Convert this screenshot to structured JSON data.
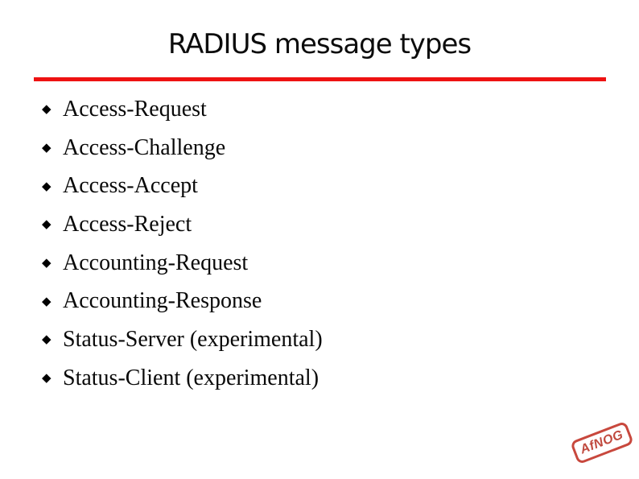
{
  "slide": {
    "title": "RADIUS message types",
    "rule_color": "#ee1212",
    "background_color": "#ffffff",
    "title_color": "#0c0c0c"
  },
  "list": {
    "bullet": "◆",
    "bullet_color": "#000000",
    "items": [
      "Access-Request",
      "Access-Challenge",
      "Access-Accept",
      "Access-Reject",
      "Accounting-Request",
      "Accounting-Response",
      "Status-Server (experimental)",
      "Status-Client (experimental)"
    ]
  },
  "stamp": {
    "label": "AfNOG",
    "color": "#bb3a2e"
  }
}
